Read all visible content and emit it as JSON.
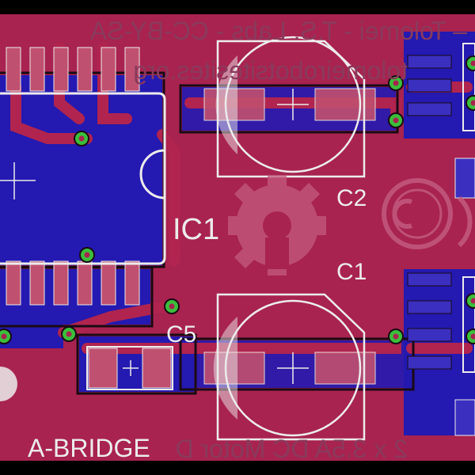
{
  "board": {
    "colors": {
      "background": "#000000",
      "substrate": "#a8234f",
      "top_copper": "#b0244f",
      "bottom_copper": "#2419b0",
      "silkscreen": "#ececec",
      "mirrored_silk": "#8a3a5c",
      "via_ring": "#3bbf3b"
    },
    "labels": {
      "ic1": "IC1",
      "c1": "C1",
      "c2": "C2",
      "c5": "C5",
      "a_bridge": "A-BRIDGE"
    },
    "mirrored_text": {
      "license": "– Tolomei - T.S. Labs - CC-BY-SA",
      "url": "tolomeirobotsitesites.org",
      "motor": "2 x 3.5A DC Motor D"
    },
    "icons": [
      "open-hardware-gear-icon",
      "creative-commons-icon"
    ]
  }
}
